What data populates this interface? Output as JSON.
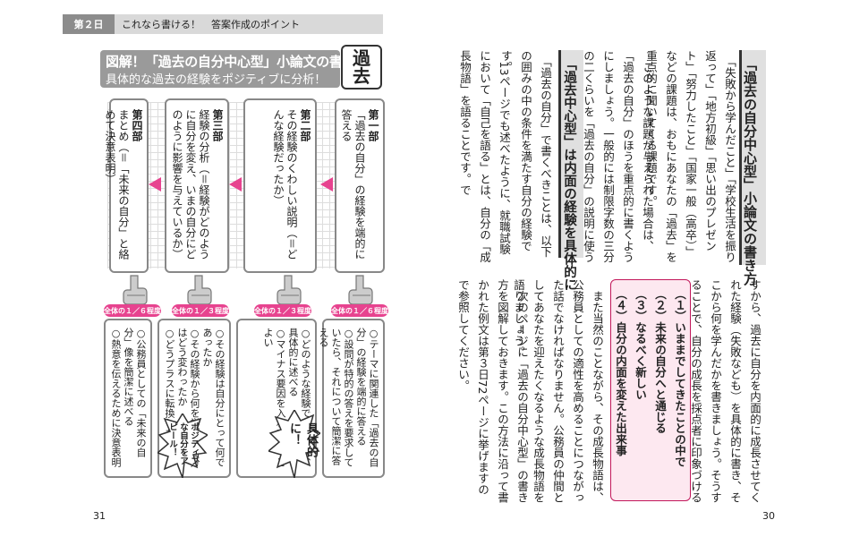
{
  "header": {
    "day": "第２日",
    "text1": "これなら書ける！",
    "text2": "答案作成のポイント"
  },
  "figure": {
    "title": "図解！「過去の自分中心型」小論文の書き方",
    "subtitle": "具体的な過去の経験をポジティブに分析！",
    "badge": [
      "過",
      "去"
    ]
  },
  "parts": [
    {
      "label": "第一部",
      "body": "「過去の自分」の経験を端的に答える"
    },
    {
      "label": "第二部",
      "body": "その経験のくわしい説明（＝どんな経験だったか）"
    },
    {
      "label": "第三部",
      "body": "経験の分析（＝経験がどのように自分を変え、いまの自分にどのように影響を与えているか）"
    },
    {
      "label": "第四部",
      "body": "まとめ（＝「未来の自分」と絡めて決意表明）"
    }
  ],
  "ratios": [
    "全体の１／６程度",
    "全体の１／３程度",
    "全体の１／３程度",
    "全体の１／６程度"
  ],
  "points": [
    [
      "○テーマに関連した「過去の自分」の経験を端的に答える",
      "○設問が特的の答えを要求していたら、それについて簡潔に答える"
    ],
    [
      "○どのような経験であったか、具体的に述べる",
      "○マイナス要因を入れておくとよい"
    ],
    [
      "○その経験は自分にとって何であったか",
      "○その経験から何を学び、自分はどう変わったか",
      "○どうプラスに転換したか"
    ],
    [
      "○公務員としての「未来の自分」像を簡潔に述べる",
      "○熱意を伝えるために決意表明"
    ]
  ],
  "bursts": {
    "concrete": "具体的に！",
    "positive": "ポジティブな自分をアピール！"
  },
  "right": {
    "title": "「過去の自分中心型」小論文の書き方",
    "col1": "　「失敗から学んだこと」「学校生活を振り返って」「地方初級」「思い出のプレゼント」「努力したこと」「国家一般（高卒）」などの課題は、おもにあなたの「過去」を重点的に聞いてくる課題です。",
    "col2": "　このような課題が与えられた場合は、「過去の自分」のほうを重点的に書くようにしましょう。一般的には制限字数の三分の二くらいを「過去の自分」の説明に使うのです。",
    "subtitle": "「過去中心型」は内面の経験を具体的に",
    "col3": "　「過去の自分」で書くべきことは、以下の囲みの中の条件を満たす自分の経験です。",
    "col4": "　13ページでも述べたように、就職試験において「自己を語る」とは、自分の「成長物語」を語ることです。で",
    "col5": "すから、過去に自分を内面的に成長させてくれた経験（失敗なども）を具体的に書き、そこから何を学んだかを書きましょう。そうすることで、自分の成長を採点者に印象づけることができます。",
    "list": [
      "（１）いままでしてきたことの中で",
      "（２）未来の自分へと通じる",
      "（３）なるべく新しい",
      "（４）自分の内面を変えた出来事"
    ],
    "col6": "　また当然のことながら、その成長物語は、公務員としての適性を高めることにつながった話でなければなりません。公務員の仲間としてあなたを迎えたくなるような成長物語を語りましょう。",
    "col7": "　次のページに「過去の自分中心型」の書き方を図解しておきます。この方法に沿って書かれた例文は第３日72ページに挙げますので参照してください。"
  },
  "page_numbers": {
    "left": "31",
    "right": "30"
  }
}
